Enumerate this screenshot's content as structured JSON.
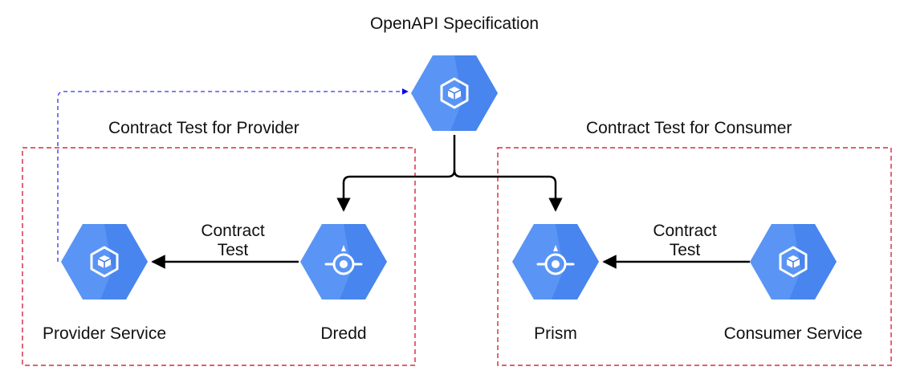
{
  "title": "OpenAPI Specification",
  "groups": {
    "provider": "Contract Test for Provider",
    "consumer": "Contract Test for Consumer"
  },
  "nodes": {
    "spec": {
      "icon": "cube-icon"
    },
    "provider_service": {
      "label": "Provider Service",
      "icon": "cube-icon"
    },
    "dredd": {
      "label": "Dredd",
      "icon": "endpoint-icon"
    },
    "prism": {
      "label": "Prism",
      "icon": "endpoint-icon"
    },
    "consumer_service": {
      "label": "Consumer Service",
      "icon": "cube-icon"
    }
  },
  "edges": {
    "provider_contract": {
      "line1": "Contract",
      "line2": "Test"
    },
    "consumer_contract": {
      "line1": "Contract",
      "line2": "Test"
    }
  },
  "colors": {
    "hex_light": "#5a95f5",
    "hex_dark": "#3b78e7",
    "group_border": "#d0021b",
    "feedback_arrow": "#0000ee",
    "arrow": "#000000"
  }
}
